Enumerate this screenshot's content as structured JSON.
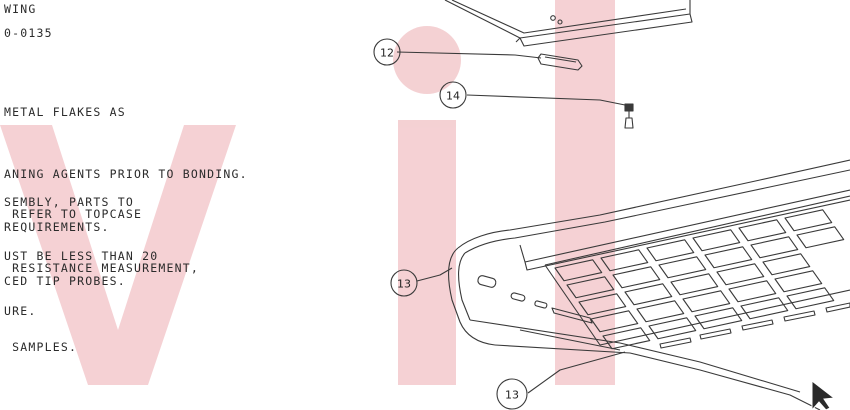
{
  "drawing_notes": [
    "WING",
    "0-0135",
    "METAL FLAKES AS",
    "ANING AGENTS PRIOR TO BONDING.",
    "SEMBLY, PARTS TO",
    " REFER TO TOPCASE",
    "REQUIREMENTS.",
    "UST BE LESS THAN 20",
    " RESISTANCE MEASUREMENT,",
    "CED TIP PROBES.",
    "URE.",
    " SAMPLES."
  ],
  "callouts": {
    "upper_12": "12",
    "upper_14": "14",
    "side_13": "13",
    "bottom_13": "13"
  },
  "watermark": {
    "text": "vi",
    "color": "#f3c9cc"
  },
  "colors": {
    "line": "#3a3a3a",
    "paper": "#ffffff"
  },
  "cursor_icon": "mouse-pointer-icon"
}
